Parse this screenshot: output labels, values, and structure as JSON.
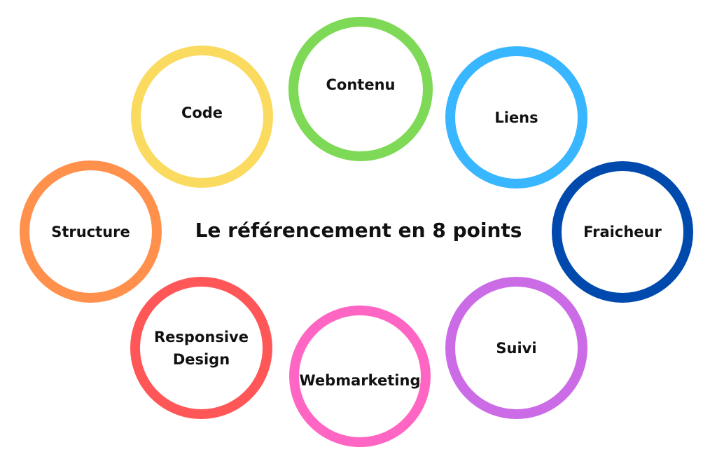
{
  "title": "Le référencement en 8 points",
  "points": [
    {
      "key": "code",
      "label": "Code",
      "color": "#FADB5F"
    },
    {
      "key": "contenu",
      "label": "Contenu",
      "color": "#7ED957"
    },
    {
      "key": "liens",
      "label": "Liens",
      "color": "#38B6FF"
    },
    {
      "key": "fraicheur",
      "label": "Fraicheur",
      "color": "#004AAD"
    },
    {
      "key": "suivi",
      "label": "Suivi",
      "color": "#CB6CE6"
    },
    {
      "key": "webmarketing",
      "label": "Webmarketing",
      "color": "#FF66C4"
    },
    {
      "key": "responsive",
      "label": "Responsive\nDesign",
      "color": "#FF5757"
    },
    {
      "key": "structure",
      "label": "Structure",
      "color": "#FF914D"
    }
  ]
}
